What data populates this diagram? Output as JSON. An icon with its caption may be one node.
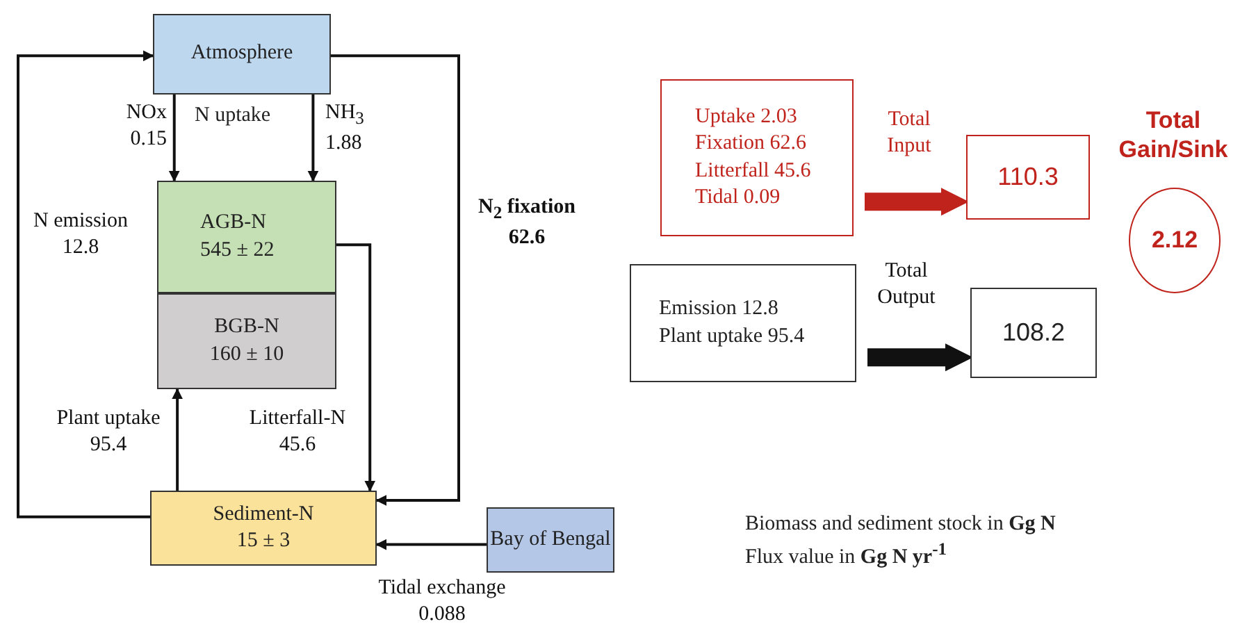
{
  "diagram": {
    "nodes": [
      {
        "text": [
          "Atmosphere"
        ]
      },
      {
        "text": [
          "AGB-N",
          "545 ± 22"
        ]
      },
      {
        "text": [
          "BGB-N",
          "160 ± 10"
        ]
      },
      {
        "text": [
          "Sediment-N",
          "15 ± 3"
        ]
      },
      {
        "text": [
          "Bay of Bengal"
        ]
      },
      {
        "text": [
          "Uptake 2.03",
          "Fixation 62.6",
          "Litterfall 45.6",
          "Tidal 0.09"
        ]
      },
      {
        "text": [
          "Emission 12.8",
          "Plant uptake 95.4"
        ]
      },
      {
        "text": [
          "110.3"
        ]
      },
      {
        "text": [
          "108.2"
        ]
      },
      {
        "text": [
          "2.12"
        ]
      }
    ],
    "edges": [
      {
        "from": 0,
        "to": 1,
        "arrow": "to",
        "label": "NOx 0.15"
      },
      {
        "from": 0,
        "to": 1,
        "arrow": "to",
        "label": "NH$_{3}$ 1.88"
      },
      {
        "from": 3,
        "to": 0,
        "arrow": "to",
        "label": "N emission 12.8"
      },
      {
        "from": 0,
        "to": 3,
        "arrow": "to",
        "label": "N$_{2}$ fixation 62.6"
      },
      {
        "from": 3,
        "to": 2,
        "arrow": "to",
        "label": "Plant uptake 95.4"
      },
      {
        "from": 1,
        "to": 3,
        "arrow": "to",
        "label": "Litterfall-N 45.6"
      },
      {
        "from": 4,
        "to": 3,
        "arrow": "to",
        "label": "Tidal exchange 0.088"
      },
      {
        "from": 5,
        "to": 7,
        "arrow": "to",
        "label": "Total Input",
        "style": "thick",
        "color": "#c0231b"
      },
      {
        "from": 6,
        "to": 8,
        "arrow": "to",
        "label": "Total Output",
        "style": "thick"
      }
    ],
    "labels": [
      "N uptake",
      "Total Gain/Sink",
      "Biomass and sediment stock in **Gg N**",
      "Flux value in **Gg N yr$^{-1}$**"
    ]
  }
}
